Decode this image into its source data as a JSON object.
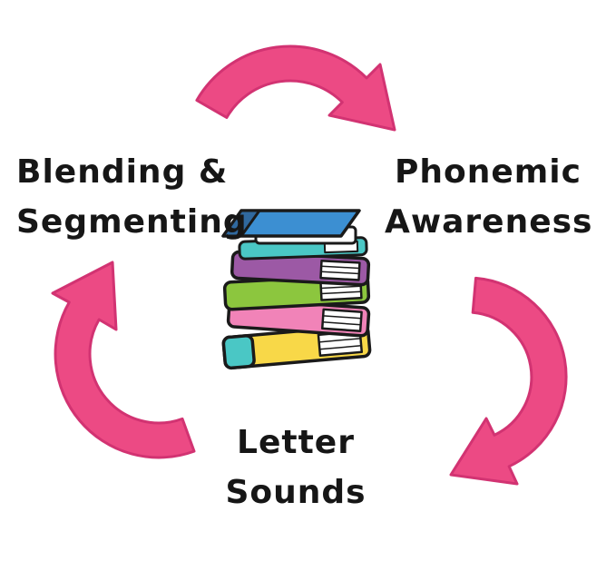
{
  "colors": {
    "background": "#ffffff",
    "arrow": "#EC4A84",
    "arrow_outline": "#D23372",
    "text": "#161616",
    "book_blue": "#3C8FD2",
    "book_blue_dark": "#30699F",
    "book_teal": "#4AC7C5",
    "book_purple": "#9C59A5",
    "book_green": "#8CC63E",
    "book_pink": "#F183B8",
    "book_yellow": "#F8D848",
    "book_pages": "#FFFFFF"
  },
  "cycle": {
    "nodes": [
      {
        "id": "blending-segmenting",
        "lines": [
          "Blending &",
          "Segmenting"
        ]
      },
      {
        "id": "phonemic-awareness",
        "lines": [
          "Phonemic",
          "Awareness"
        ]
      },
      {
        "id": "letter-sounds",
        "lines": [
          "Letter",
          "Sounds"
        ]
      }
    ],
    "arrows": [
      {
        "id": "arrow-top",
        "from": "blending-segmenting",
        "to": "phonemic-awareness"
      },
      {
        "id": "arrow-right",
        "from": "phonemic-awareness",
        "to": "letter-sounds"
      },
      {
        "id": "arrow-left",
        "from": "letter-sounds",
        "to": "blending-segmenting"
      }
    ],
    "center_icon": "book-stack-icon"
  }
}
